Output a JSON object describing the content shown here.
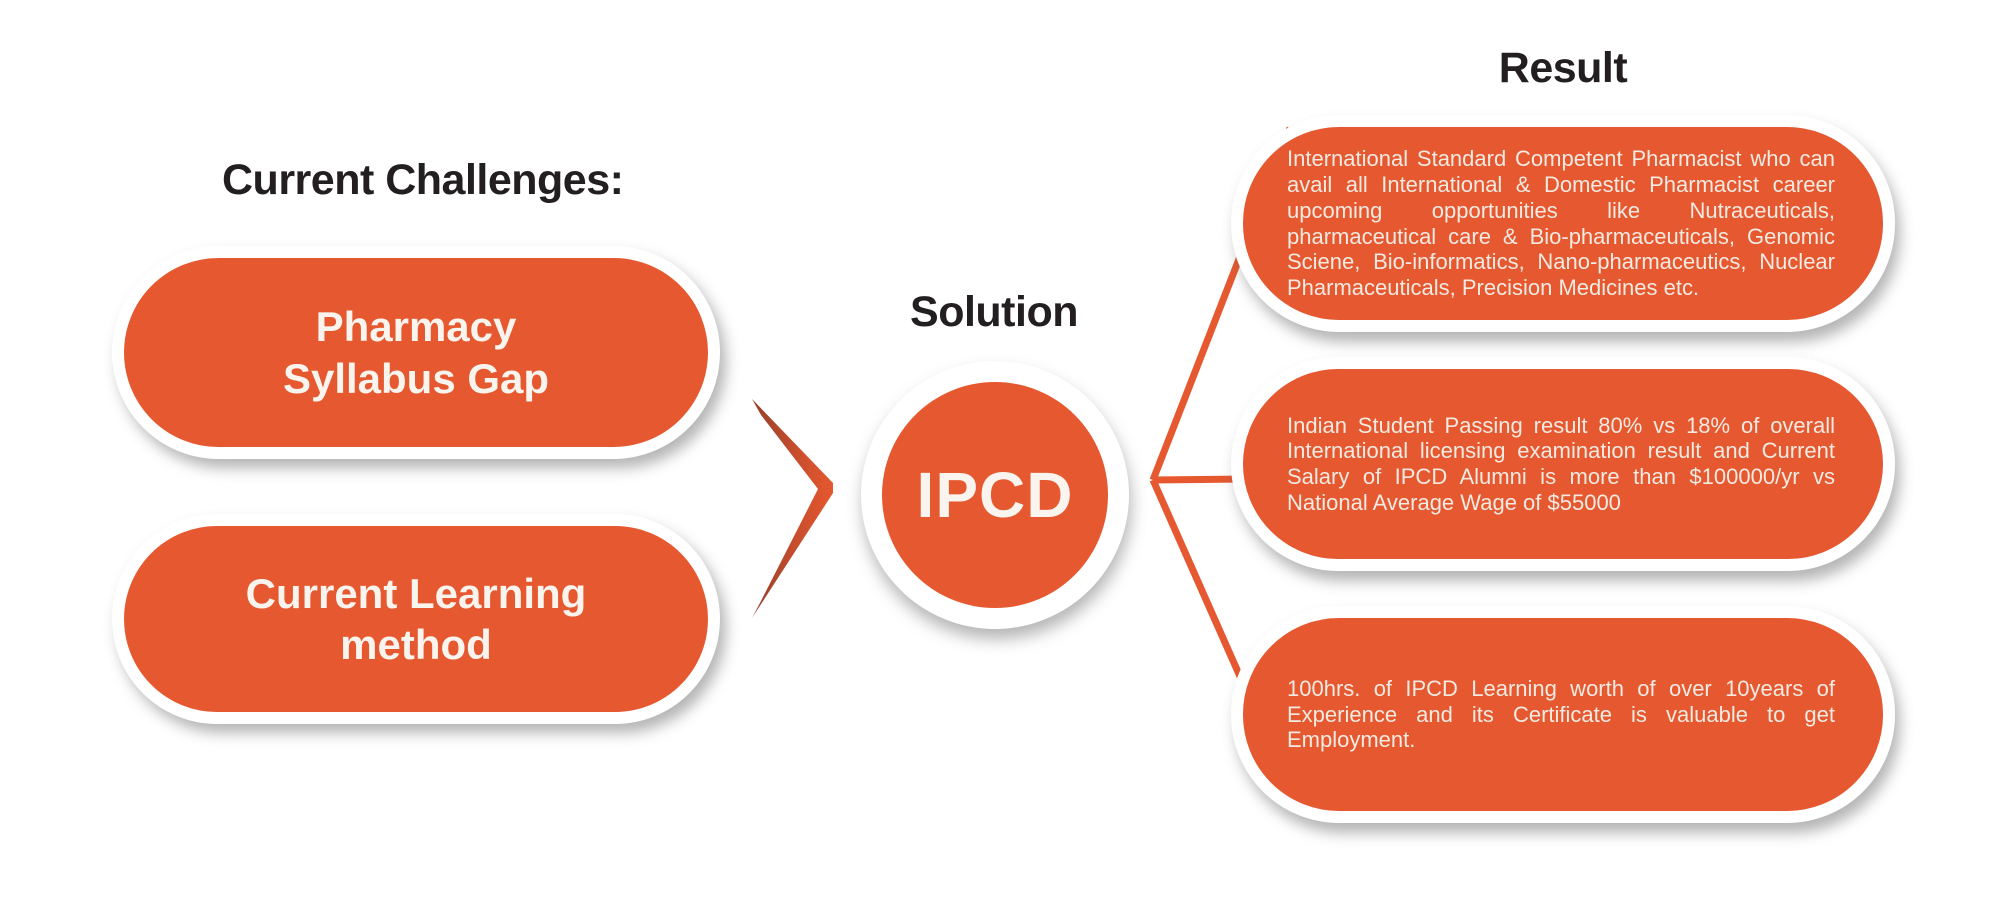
{
  "diagram": {
    "colors": {
      "accent_orange": "#e6582f",
      "chevron_dark": "#93402b",
      "heading_text": "#231f20",
      "box_text": "#f3eae2",
      "background": "#ffffff"
    },
    "icons": {
      "chevron": "chevron-right-arrow",
      "connector": "three-branch-connector-lines"
    }
  },
  "challenges": {
    "heading": "Current Challenges:",
    "items": [
      {
        "line1": "Pharmacy",
        "line2": "Syllabus Gap"
      },
      {
        "line1": "Current Learning",
        "line2": "method"
      }
    ]
  },
  "solution": {
    "heading": "Solution",
    "label": "IPCD"
  },
  "result": {
    "heading": "Result",
    "items": [
      {
        "text": "International Standard Competent Pharmacist who can avail all International & Domestic Pharmacist career upcoming opportunities like Nutraceuticals, pharmaceutical care & Bio-pharmaceuticals, Genomic Sciene, Bio-informatics, Nano-pharmaceutics, Nuclear Pharmaceuticals, Precision Medicines etc."
      },
      {
        "text": "Indian Student Passing result 80% vs 18% of overall International licensing examination result and Current Salary of IPCD Alumni is more than $100000/yr vs National Average Wage of $55000"
      },
      {
        "text": "100hrs. of IPCD Learning worth of over 10years of Experience and its Certificate is valuable to get Employment."
      }
    ]
  }
}
